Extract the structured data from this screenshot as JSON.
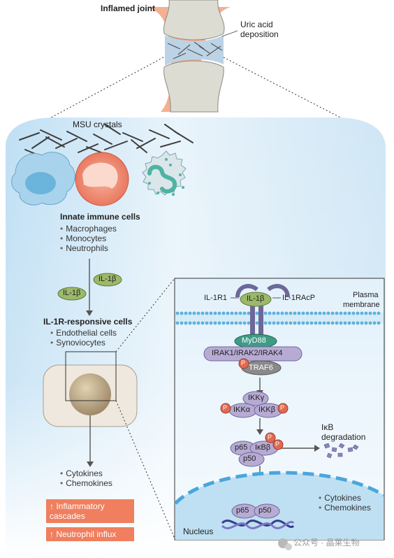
{
  "joint": {
    "title": "Inflamed joint",
    "uric_label_1": "Uric acid",
    "uric_label_2": "deposition"
  },
  "crystals_label": "MSU crystals",
  "innate": {
    "title": "Innate immune cells",
    "items": [
      "Macrophages",
      "Monocytes",
      "Neutrophils"
    ]
  },
  "il1b_label": "IL-1β",
  "responsive": {
    "title": "IL-1R-responsive cells",
    "items": [
      "Endothelial cells",
      "Synoviocytes"
    ]
  },
  "outputs_left": [
    "Cytokines",
    "Chemokines"
  ],
  "effects": [
    "↑ Inflammatory cascades",
    "↑ Neutrophil influx"
  ],
  "panel": {
    "receptor_left": "IL-1R1",
    "receptor_right": "IL-1RAcP",
    "ligand": "IL-1β",
    "membrane_1": "Plasma",
    "membrane_2": "membrane",
    "myd88": "MyD88",
    "irak": "IRAK1/IRAK2/IRAK4",
    "traf6": "TRAF6",
    "phospho": "P",
    "ikk_g": "IKKγ",
    "ikk_a": "IKKα",
    "ikk_b": "IKKβ",
    "p65": "p65",
    "ikbb": "IκBβ",
    "p50": "p50",
    "ikb_deg_1": "IκB",
    "ikb_deg_2": "degradation",
    "nucleus": "Nucleus",
    "outputs": [
      "Cytokines",
      "Chemokines"
    ]
  },
  "watermark": "公众号 · 晶莱生物",
  "colors": {
    "green": "#9cb86a",
    "purple": "#b7abd4",
    "teal": "#3f9b86",
    "orange": "#ef7f5f",
    "blue": "#cfe6f5"
  }
}
